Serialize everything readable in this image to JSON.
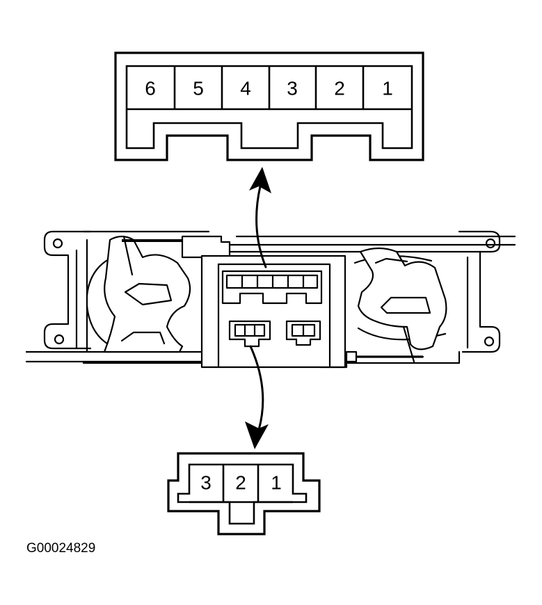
{
  "connector_6pin": {
    "pins": [
      "6",
      "5",
      "4",
      "3",
      "2",
      "1"
    ]
  },
  "connector_3pin": {
    "pins": [
      "3",
      "2",
      "1"
    ]
  },
  "figure_id": "G00024829"
}
